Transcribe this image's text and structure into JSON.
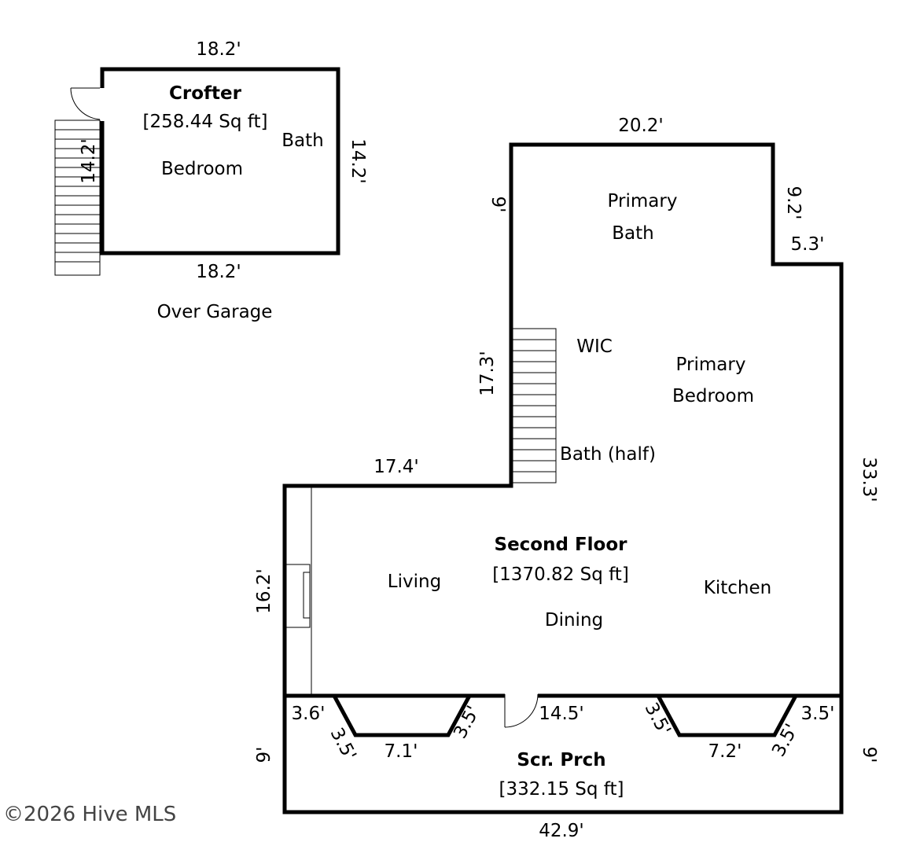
{
  "crofter": {
    "title": "Crofter",
    "area": "[258.44 Sq ft]",
    "rooms": {
      "bath": "Bath",
      "bedroom": "Bedroom"
    },
    "dims": {
      "top": "18.2'",
      "bottom": "18.2'",
      "right": "14.2'",
      "left": "14.2'"
    },
    "caption": "Over Garage"
  },
  "second_floor": {
    "title": "Second Floor",
    "area": "[1370.82 Sq ft]",
    "rooms": {
      "primary_bath_1": "Primary",
      "primary_bath_2": "Bath",
      "wic": "WIC",
      "primary_bedroom_1": "Primary",
      "primary_bedroom_2": "Bedroom",
      "bath_half": "Bath (half)",
      "living": "Living",
      "dining": "Dining",
      "kitchen": "Kitchen"
    },
    "dims": {
      "top": "20.2'",
      "upper_left": "9'",
      "notch_vertical": "9.2'",
      "notch_horizontal": "5.3'",
      "stair_wall": "17.3'",
      "ledge": "17.4'",
      "right": "33.3'",
      "left": "16.2'"
    }
  },
  "porch": {
    "title": "Scr. Prch",
    "area": "[332.15 Sq ft]",
    "dims": {
      "left_top": "3.6'",
      "left_diag_1": "3.5'",
      "left_bottom": "7.1'",
      "left_diag_2": "3.5'",
      "middle": "14.5'",
      "right_diag_1": "3.5'",
      "right_bottom": "7.2'",
      "right_diag_2": "3.5'",
      "right_top": "3.5'",
      "left_side": "9'",
      "right_side": "9'",
      "bottom": "42.9'"
    }
  },
  "watermark": "©2026 Hive MLS"
}
